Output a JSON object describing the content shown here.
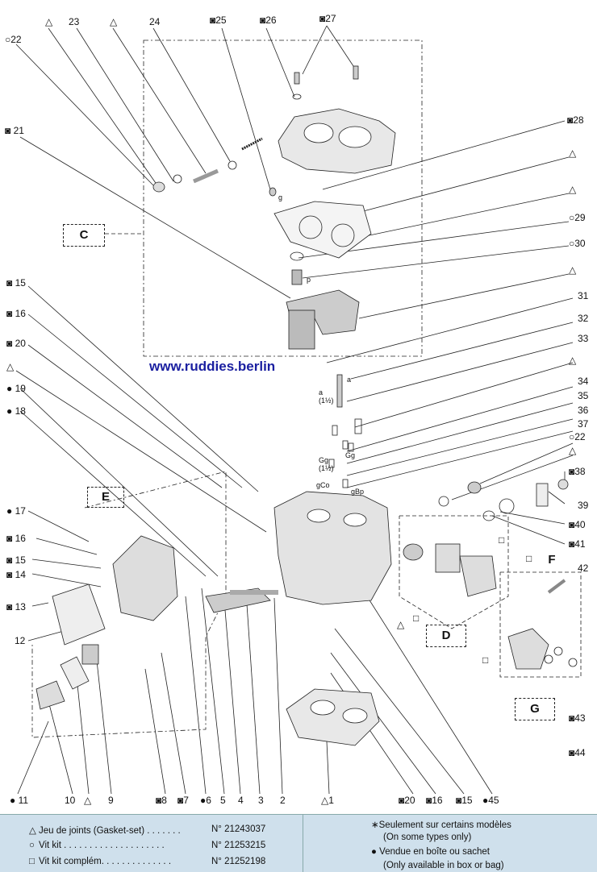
{
  "watermark": "www.ruddies.berlin",
  "labels_top": {
    "l22a": "○22",
    "l23": "23",
    "l24": "24",
    "l25": "◙25",
    "l26": "◙26",
    "l27": "◙27",
    "l21": "◙ 21",
    "l28": "◙28",
    "l29": "○29",
    "l30": "○30",
    "l31": "31",
    "l32": "32",
    "l33": "33",
    "l34": "34",
    "l35": "35",
    "l36": "36",
    "l37": "37",
    "l22b": "○22",
    "l38": "◙38",
    "l39": "39",
    "l40": "◙40",
    "l41": "◙41",
    "l42": "42",
    "l43": "◙43",
    "l44": "◙44"
  },
  "labels_left": {
    "l15": "◙ 15",
    "l16": "◙ 16",
    "l20": "◙ 20",
    "l19": "● 19",
    "l18": "● 18",
    "l17": "● 17",
    "l16b": "◙ 16",
    "l15b": "◙ 15",
    "l14": "◙ 14",
    "l13": "◙ 13",
    "l12": "12"
  },
  "labels_bottom": {
    "b11": "● 11",
    "b10": "10",
    "b9": "9",
    "b8": "◙8",
    "b7": "◙7",
    "b6": "●6",
    "b5": "5",
    "b4": "4",
    "b3": "3",
    "b2": "2",
    "b1": "△1",
    "b20": "◙20",
    "b16": "◙16",
    "b15": "◙15",
    "b45": "●45"
  },
  "box_labels": {
    "C": "C",
    "E": "E",
    "D": "D",
    "F": "F",
    "G": "G"
  },
  "small_marks": {
    "a": "a",
    "a11": "a\n(1½)",
    "p": "p",
    "g": "g",
    "gg": "Gg",
    "gg15": "Gg\n(1½)",
    "gco": "gCo",
    "gbp": "gBp"
  },
  "legend": {
    "rows": [
      {
        "sym": "△",
        "text": "Jeu de joints (Gasket-set)  . . . . . . .",
        "number": "N° 21243037"
      },
      {
        "sym": "○",
        "text": "Vit kit  . . . . . . . . . . . . . . . . . . . .",
        "number": "N° 21253215"
      },
      {
        "sym": "□",
        "text": "Vit kit complém.  . . . . . . . . . . . . .",
        "number": "N° 21252198"
      }
    ],
    "notes": [
      {
        "sym": "∗",
        "text": "Seulement sur certains modèles"
      },
      {
        "sym": "",
        "text": "(On some types only)"
      },
      {
        "sym": "●",
        "text": "Vendue en boîte ou sachet"
      },
      {
        "sym": "",
        "text": "(Only available in box or bag)"
      }
    ]
  }
}
